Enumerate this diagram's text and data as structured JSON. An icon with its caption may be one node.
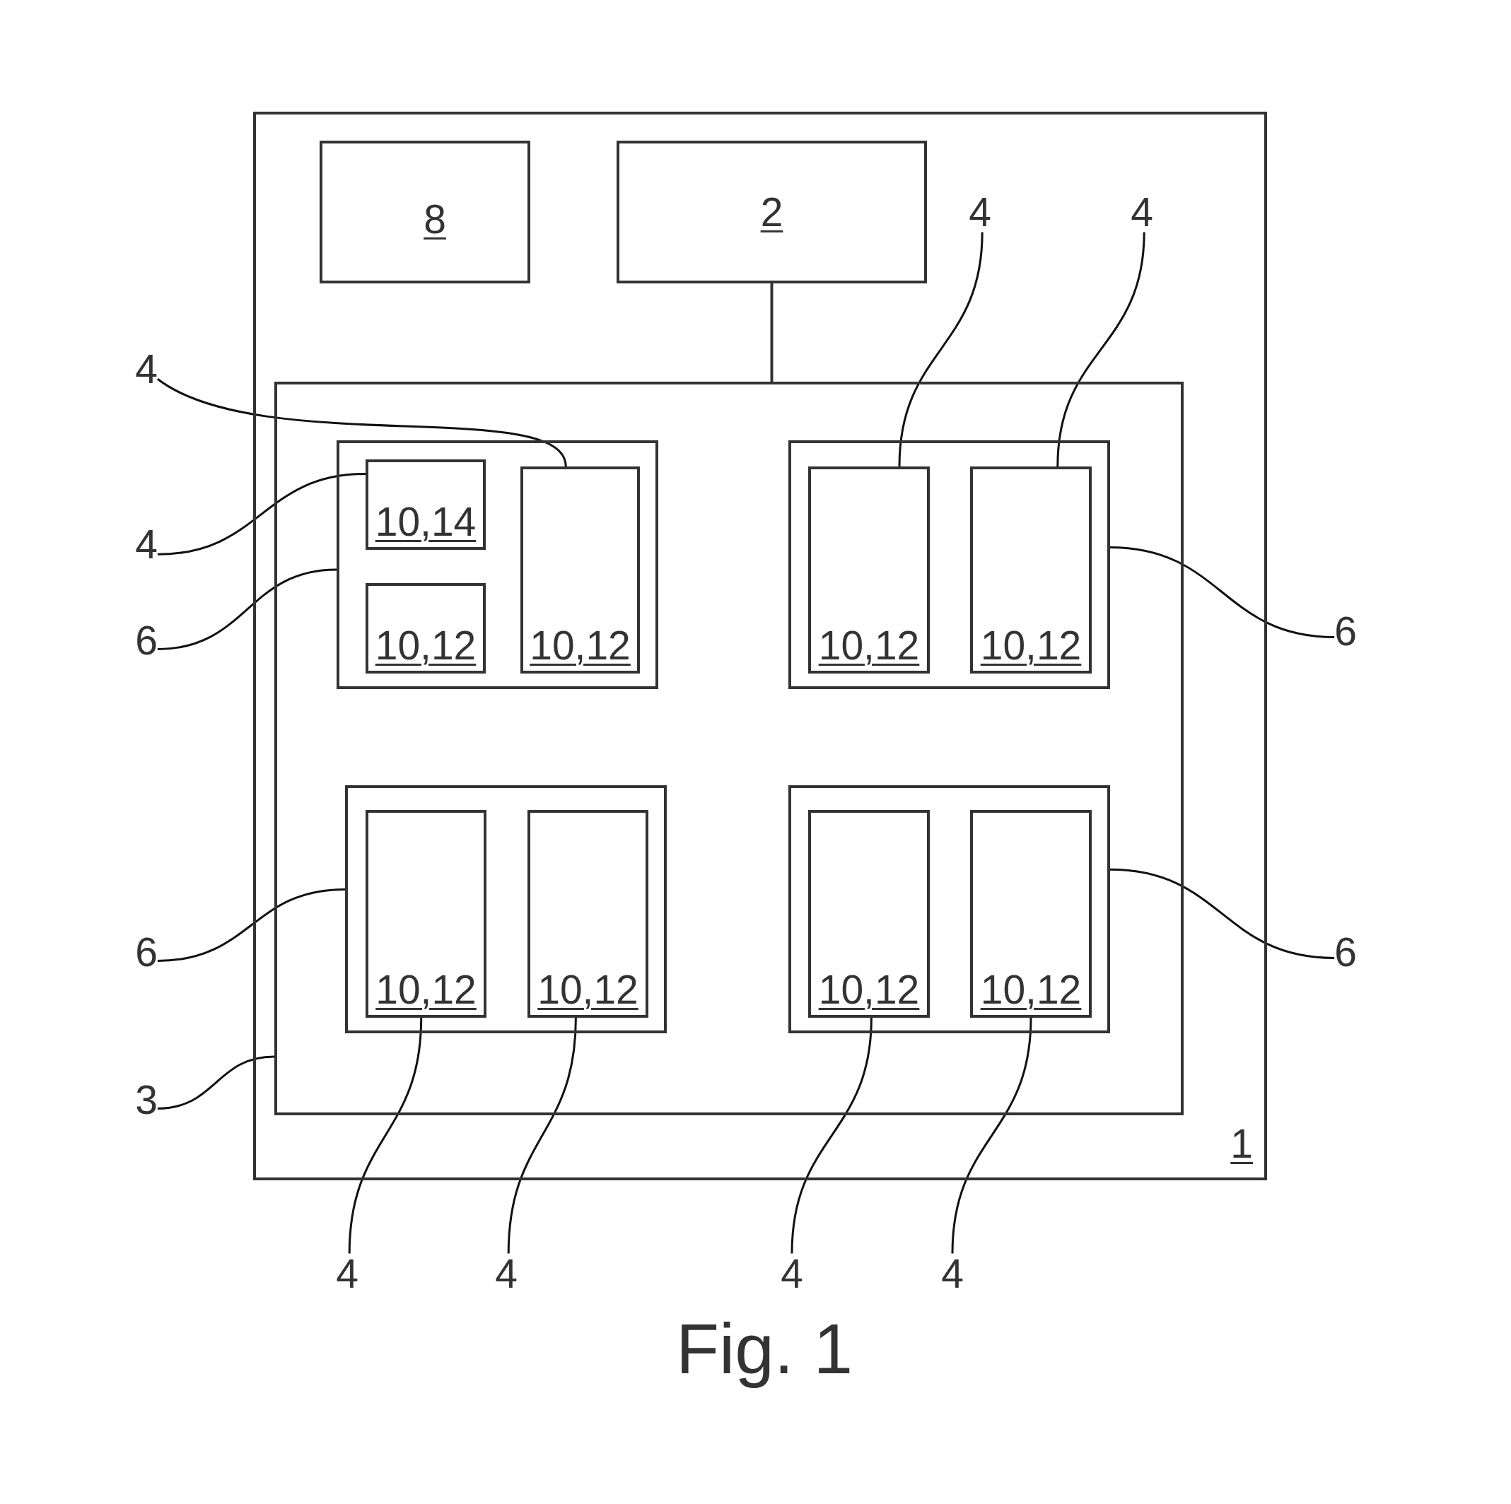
{
  "diagram": {
    "caption": "Fig. 1",
    "nodes": [
      {
        "text": [
          "1"
        ]
      },
      {
        "text": [
          "8"
        ],
        "in": 0
      },
      {
        "text": [
          "2"
        ],
        "in": 0
      },
      {
        "text": [],
        "shape": "box",
        "in": 0
      },
      {
        "text": [],
        "shape": "box",
        "in": 3
      },
      {
        "text": [
          "10,14"
        ],
        "in": 4
      },
      {
        "text": [
          "10,12"
        ],
        "in": 4
      },
      {
        "text": [
          "10,12"
        ],
        "in": 4
      },
      {
        "text": [],
        "shape": "box",
        "in": 3
      },
      {
        "text": [
          "10,12"
        ],
        "in": 8
      },
      {
        "text": [
          "10,12"
        ],
        "in": 8
      },
      {
        "text": [],
        "shape": "box",
        "in": 3
      },
      {
        "text": [
          "10,12"
        ],
        "in": 11
      },
      {
        "text": [
          "10,12"
        ],
        "in": 11
      },
      {
        "text": [],
        "shape": "box",
        "in": 3
      },
      {
        "text": [
          "10,12"
        ],
        "in": 14
      },
      {
        "text": [
          "10,12"
        ],
        "in": 14
      },
      {
        "text": [
          "4"
        ]
      },
      {
        "text": [
          "4"
        ]
      },
      {
        "text": [
          "6"
        ]
      },
      {
        "text": [
          "4"
        ],
        "in": 0
      },
      {
        "text": [
          "4"
        ],
        "in": 0
      },
      {
        "text": [
          "6"
        ]
      },
      {
        "text": [
          "6"
        ]
      },
      {
        "text": [
          "6"
        ]
      },
      {
        "text": [
          "3"
        ]
      },
      {
        "text": [
          "4"
        ]
      },
      {
        "text": [
          "4"
        ]
      },
      {
        "text": [
          "4"
        ]
      },
      {
        "text": [
          "4"
        ]
      }
    ],
    "edges": [
      {
        "from": 2,
        "to": 3,
        "arrow": "none"
      },
      {
        "from": 17,
        "to": 7,
        "arrow": "none"
      },
      {
        "from": 18,
        "to": 5,
        "arrow": "none"
      },
      {
        "from": 19,
        "to": 4,
        "arrow": "none"
      },
      {
        "from": 20,
        "to": 9,
        "arrow": "none"
      },
      {
        "from": 21,
        "to": 10,
        "arrow": "none"
      },
      {
        "from": 22,
        "to": 8,
        "arrow": "none"
      },
      {
        "from": 23,
        "to": 11,
        "arrow": "none"
      },
      {
        "from": 24,
        "to": 14,
        "arrow": "none"
      },
      {
        "from": 25,
        "to": 3,
        "arrow": "none"
      },
      {
        "from": 26,
        "to": 12,
        "arrow": "none"
      },
      {
        "from": 27,
        "to": 13,
        "arrow": "none"
      },
      {
        "from": 28,
        "to": 15,
        "arrow": "none"
      },
      {
        "from": 29,
        "to": 16,
        "arrow": "none"
      }
    ]
  }
}
